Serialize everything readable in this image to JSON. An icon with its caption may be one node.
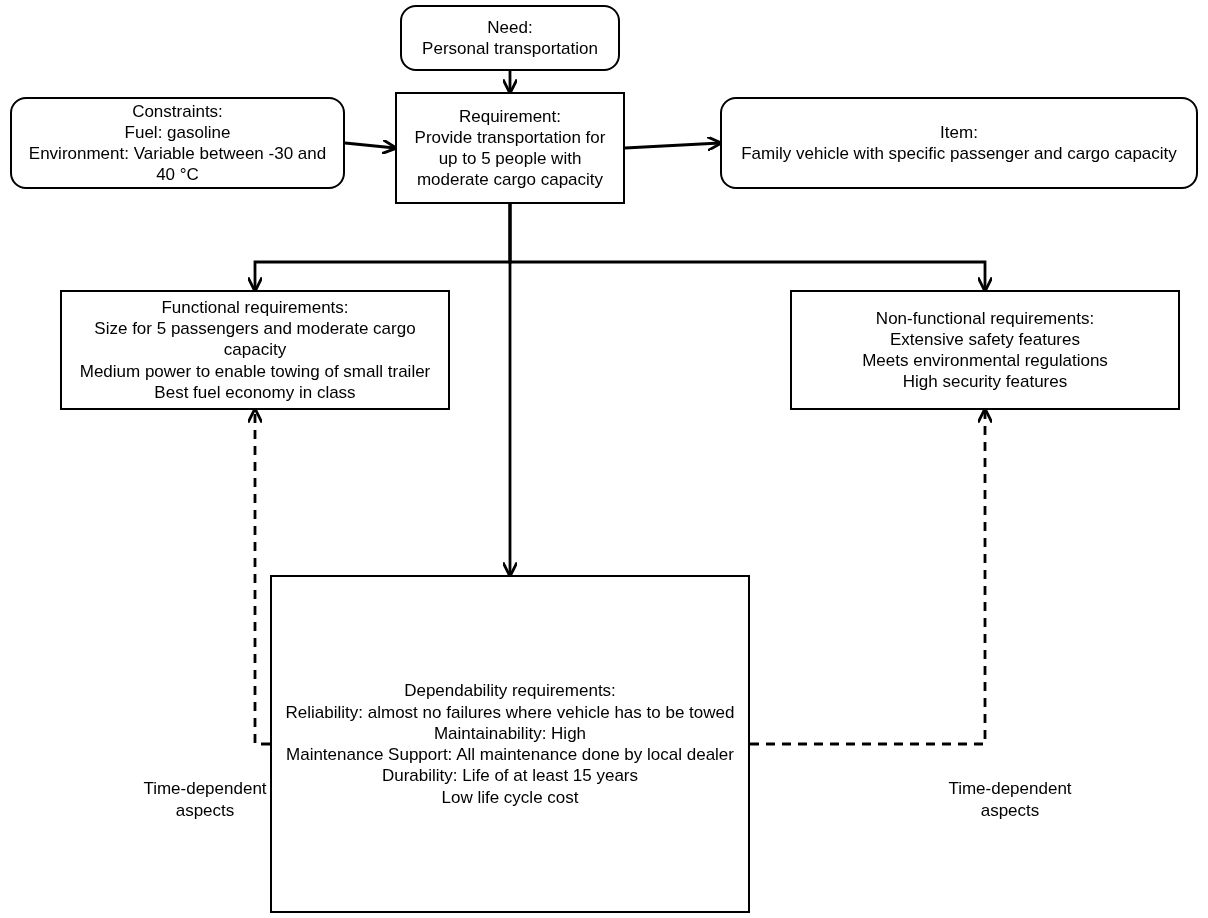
{
  "diagram": {
    "nodes": [
      {
        "text": [
          "Need:",
          "Personal transportation"
        ]
      },
      {
        "text": [
          "Requirement:",
          "Provide transportation for up to 5 people with moderate cargo capacity"
        ]
      },
      {
        "text": [
          "Constraints:",
          "Fuel: gasoline",
          "Environment: Variable between -30 and 40 °C"
        ]
      },
      {
        "text": [
          "Item:",
          "Family vehicle with specific passenger and cargo capacity"
        ]
      },
      {
        "text": [
          "Functional requirements:",
          "Size for 5 passengers and moderate cargo capacity",
          "Medium power to enable towing of small trailer",
          "Best fuel economy in class"
        ]
      },
      {
        "text": [
          "Non-functional requirements:",
          "Extensive safety features",
          "Meets environmental regulations",
          "High security features"
        ]
      },
      {
        "text": [
          "Dependability requirements:",
          "Reliability: almost no failures where vehicle has to be towed",
          "Maintainability: High",
          "Maintenance Support: All maintenance done by local dealer",
          "Durability: Life of at least 15 years",
          "Low life cycle cost"
        ]
      }
    ],
    "edges": [
      {
        "from": 0,
        "to": 1,
        "arrow": "to"
      },
      {
        "from": 2,
        "to": 1,
        "arrow": "to"
      },
      {
        "from": 1,
        "to": 3,
        "arrow": "to"
      },
      {
        "from": 1,
        "to": 4,
        "arrow": "to"
      },
      {
        "from": 1,
        "to": 5,
        "arrow": "to"
      },
      {
        "from": 1,
        "to": 6,
        "arrow": "to"
      },
      {
        "from": 6,
        "to": 4,
        "arrow": "to",
        "style": "dashed"
      },
      {
        "from": 6,
        "to": 5,
        "arrow": "to",
        "style": "dashed"
      }
    ],
    "labels": [
      "Time-dependent aspects",
      "Time-dependent aspects"
    ]
  }
}
